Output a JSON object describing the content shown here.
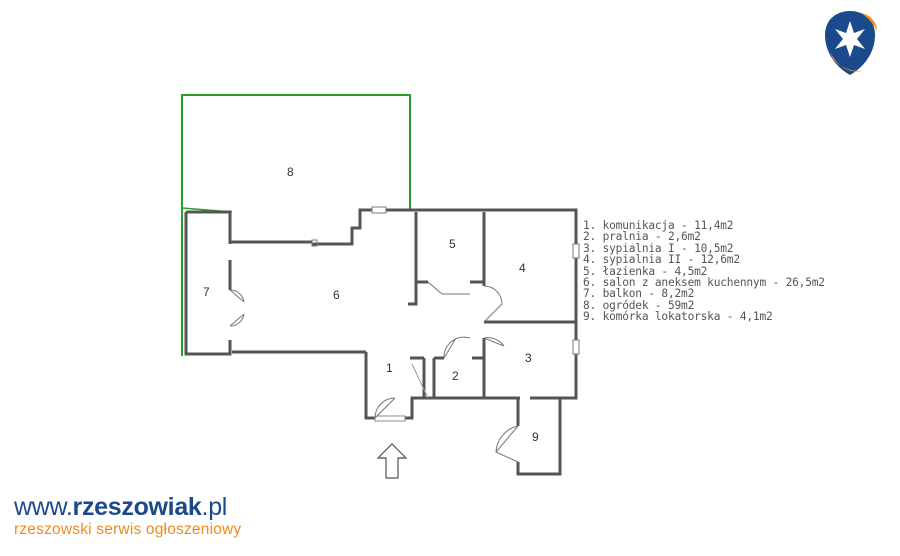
{
  "rooms": [
    {
      "label": "1"
    },
    {
      "label": "2"
    },
    {
      "label": "3"
    },
    {
      "label": "4"
    },
    {
      "label": "5"
    },
    {
      "label": "6"
    },
    {
      "label": "7"
    },
    {
      "label": "8"
    },
    {
      "label": "9"
    }
  ],
  "legend": [
    "1. komunikacja - 11,4m2",
    "2. pralnia - 2,6m2",
    "3. sypialnia I - 10,5m2",
    "4. sypialnia II - 12,6m2",
    "5. łazienka - 4,5m2",
    "6. salon z aneksem kuchennym - 26,5m2",
    "7. balkon - 8,2m2",
    "8. ogródek - 59m2",
    "9. komórka lokatorska - 4,1m2"
  ],
  "brand": {
    "prefix": "www.",
    "name": "rzeszowiak",
    "suffix": ".pl",
    "tagline": "rzeszowski serwis ogłoszeniowy"
  },
  "colors": {
    "wall": "#555555",
    "garden_border": "#2a9d2a",
    "brand_blue": "#1a4a8c",
    "brand_orange": "#f08a1c"
  },
  "icons": {
    "logo": "rzeszowiak-cross-logo",
    "entrance": "entrance-arrow-icon"
  }
}
